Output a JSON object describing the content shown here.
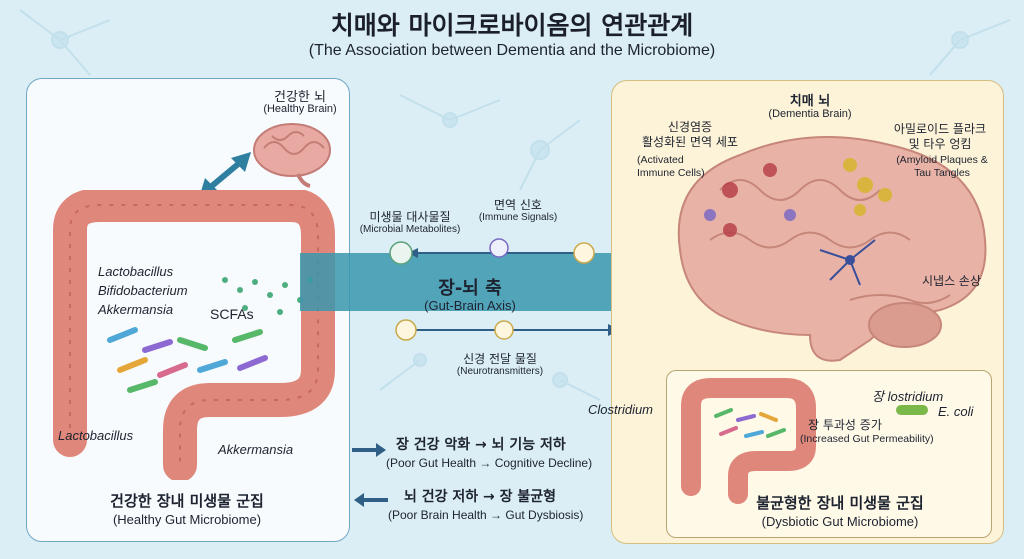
{
  "title": "치매와 마이크로바이옴의 연관관계",
  "subtitle": "(The Association between Dementia and the Microbiome)",
  "left": {
    "brain_kr": "건강한 뇌",
    "brain_en": "(Healthy Brain)",
    "bacteria": [
      "Lactobacillus",
      "Bifidobacterium",
      "Akkermansia"
    ],
    "scfa": "SCFAs",
    "lacto_label": "Lactobacillus",
    "akker_label": "Akkermansia",
    "caption_kr": "건강한 장내 미생물 군집",
    "caption_en": "(Healthy Gut Microbiome)"
  },
  "center": {
    "metabolites_kr": "미생물 대사물질",
    "metabolites_en": "(Microbial Metabolites)",
    "immune_kr": "면역 신호",
    "immune_en": "(Immune Signals)",
    "axis_kr": "장-뇌 축",
    "axis_en": "(Gut-Brain Axis)",
    "neuro_kr": "신경 전달 물질",
    "neuro_en": "(Neurotransmitters)",
    "flow1_kr": "장 건강 악화 → 뇌 기능 저하",
    "flow1_en": "(Poor Gut Health → Cognitive Decline)",
    "flow2_kr": "뇌 건강 저하 → 장 불균형",
    "flow2_en": "(Poor Brain Health → Gut Dysbiosis)"
  },
  "right": {
    "brain_kr": "치매 뇌",
    "brain_en": "(Dementia Brain)",
    "immune_kr_1": "신경염증",
    "immune_kr_2": "활성화된 면역 세포",
    "immune_en_1": "(Activated",
    "immune_en_2": "Immune Cells)",
    "amyloid_kr_1": "아밀로이드 플라크",
    "amyloid_kr_2": "및 타우 엉킴",
    "amyloid_en_1": "(Amyloid Plaques &",
    "amyloid_en_2": "Tau Tangles",
    "synapse_kr": "시냅스 손상",
    "clostridium_left": "Clostridium",
    "clostridium_top": "장 lostridium",
    "ecoli": "E. coli",
    "permeability_kr": "장 투과성 증가",
    "permeability_en": "(Increased Gut Permeability)",
    "caption_kr": "불균형한 장내 미생물 군집",
    "caption_en": "(Dysbiotic Gut Microbiome)"
  },
  "colors": {
    "panel_left_border": "#6fa6c3",
    "panel_right_bg": "#fdf3d8",
    "arrow_teal": "#3a96ae",
    "small_arrow": "#2f5e86",
    "intestine": "#e0877b",
    "brain": "#e8b3a6"
  },
  "icons": [
    "double-arrow-icon",
    "big-teal-arrow-icon",
    "neuron-icon",
    "molecule-icon",
    "intestine-icon",
    "brain-icon",
    "bacteria-icon"
  ]
}
